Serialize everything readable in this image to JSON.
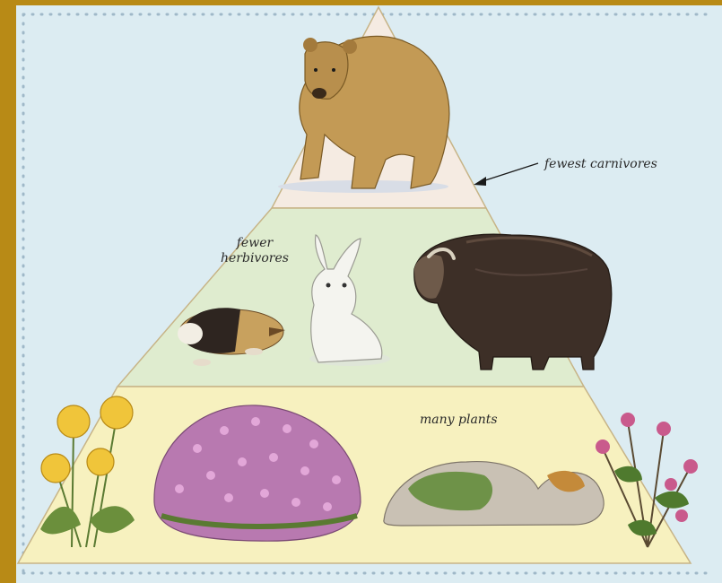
{
  "levels": [
    {
      "name": "carnivores",
      "label": "fewest carnivores",
      "animals": [
        "brown bear"
      ]
    },
    {
      "name": "herbivores",
      "label_line1": "fewer",
      "label_line2": "herbivores",
      "animals": [
        "lemming",
        "arctic hare",
        "musk ox"
      ]
    },
    {
      "name": "plants",
      "label": "many plants",
      "items": [
        "yellow poppy",
        "moss campion",
        "lichen rock",
        "pink heather"
      ]
    }
  ],
  "colors": {
    "frame": "#b88a16",
    "background": "#dcecf2",
    "top_tier": "#f5ebe2",
    "middle_tier": "#dfeccf",
    "bottom_tier": "#f7f1bf",
    "tier_border": "#c7b487"
  }
}
